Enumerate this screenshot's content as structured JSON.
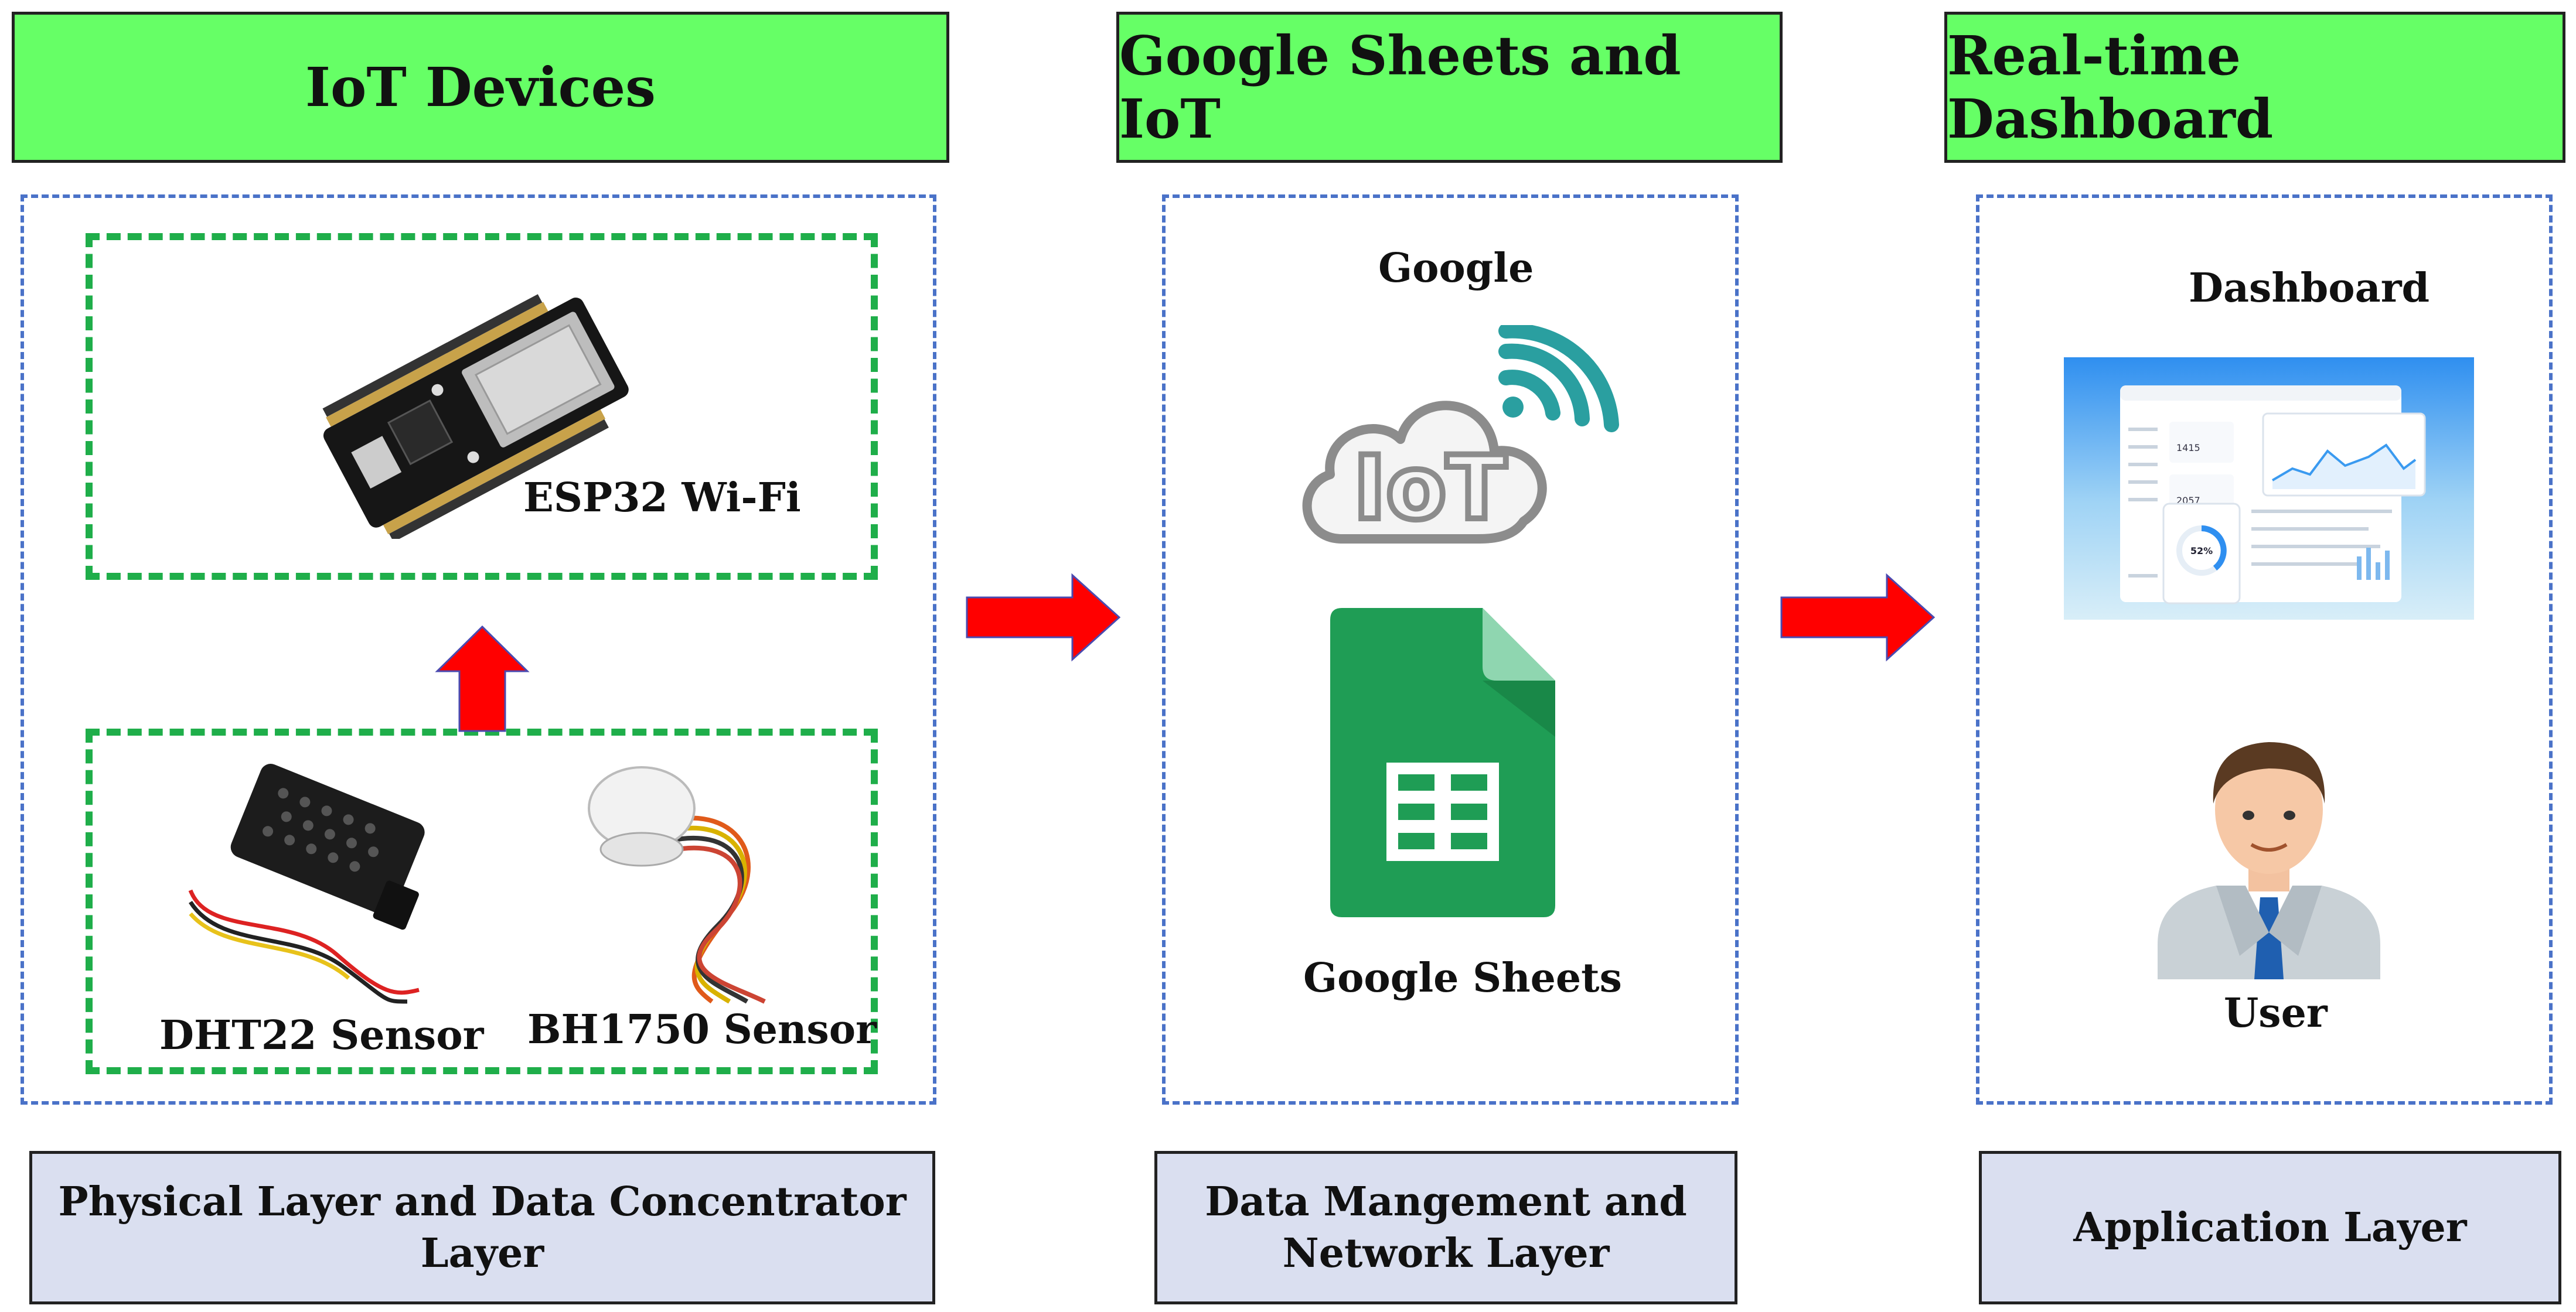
{
  "columns": [
    {
      "header": "IoT Devices",
      "footer": "Physical Layer and Data Concentrator Layer",
      "esp32_label": "ESP32 Wi-Fi",
      "dht22_label": "DHT22 Sensor",
      "bh1750_label": "BH1750 Sensor"
    },
    {
      "header": "Google Sheets and IoT",
      "footer_line1": "Data Mangement and",
      "footer_line2": "Network Layer",
      "google_label": "Google",
      "iot_cloud_text": "IoT",
      "sheets_label": "Google Sheets"
    },
    {
      "header": "Real-time Dashboard",
      "footer": "Application Layer",
      "dashboard_label": "Dashboard",
      "dashboard_values": [
        "1415",
        "2057",
        "52%"
      ],
      "user_label": "User"
    }
  ],
  "colors": {
    "header_fill": "#66ff66",
    "footer_fill": "#dadff0",
    "arrow": "#ff0000",
    "dash_blue": "#4a72c8",
    "dash_green": "#1fae4a"
  },
  "icons": [
    "esp32-board-icon",
    "dht22-sensor-icon",
    "bh1750-sensor-icon",
    "iot-cloud-icon",
    "wifi-signal-icon",
    "google-sheets-icon",
    "dashboard-screenshot-icon",
    "user-avatar-icon",
    "arrow-right-icon",
    "arrow-up-icon"
  ]
}
